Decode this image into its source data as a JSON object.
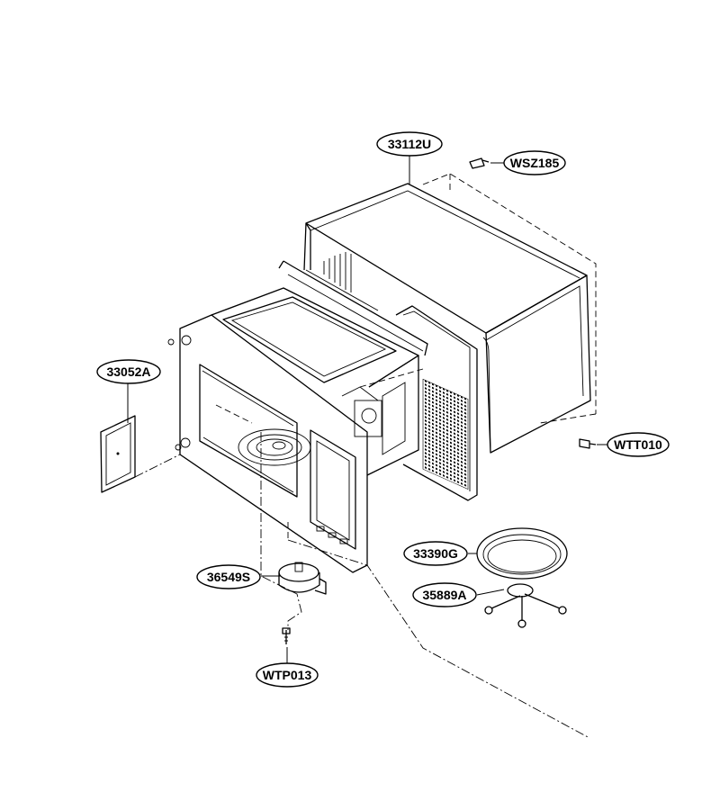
{
  "parts": [
    {
      "id": "cabinet",
      "label": "33112U",
      "description_icon": "cabinet-icon"
    },
    {
      "id": "screw-top",
      "label": "WSZ185",
      "description_icon": "screw-icon"
    },
    {
      "id": "screw-side",
      "label": "WTT010",
      "description_icon": "screw-icon"
    },
    {
      "id": "plate",
      "label": "33052A",
      "description_icon": "cover-plate-icon"
    },
    {
      "id": "motor",
      "label": "36549S",
      "description_icon": "motor-icon"
    },
    {
      "id": "screw-bottom",
      "label": "WTP013",
      "description_icon": "screw-icon"
    },
    {
      "id": "tray",
      "label": "33390G",
      "description_icon": "glass-tray-icon"
    },
    {
      "id": "roller",
      "label": "35889A",
      "description_icon": "roller-ring-icon"
    }
  ]
}
